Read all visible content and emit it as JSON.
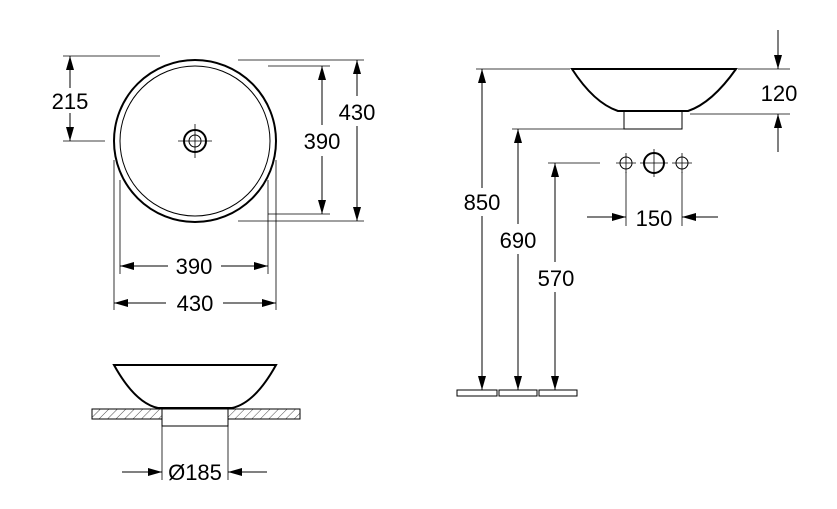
{
  "top_view": {
    "left_height": "215",
    "inner_height": "390",
    "outer_height": "430",
    "inner_width": "390",
    "outer_width": "430"
  },
  "front_view": {
    "drain_diameter": "Ø185"
  },
  "side_view": {
    "bowl_height": "120",
    "total_height": "850",
    "counter_height": "690",
    "tap_height": "570",
    "tap_spacing": "150"
  }
}
